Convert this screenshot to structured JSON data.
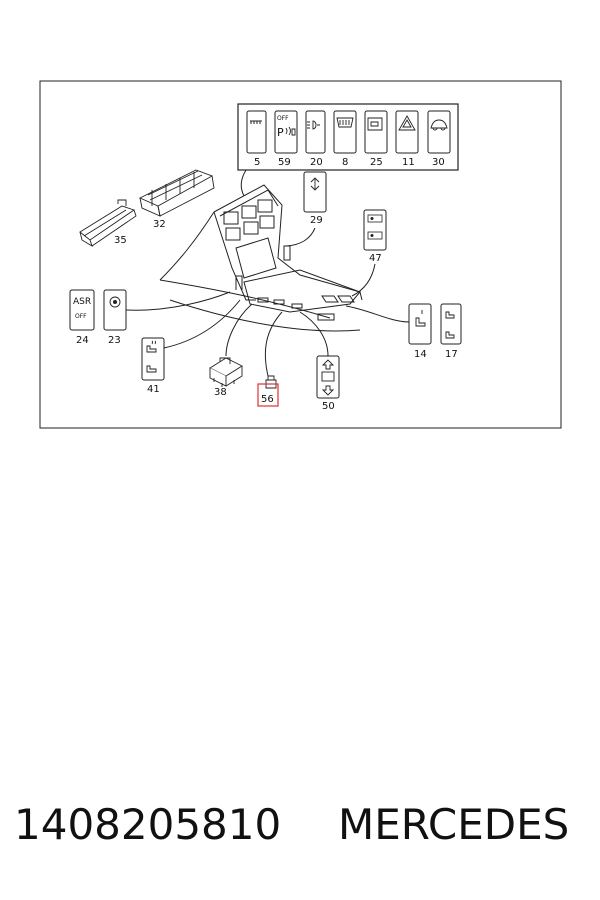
{
  "diagram": {
    "callouts": {
      "c5": "5",
      "c59": "59",
      "c20": "20",
      "c8": "8",
      "c25": "25",
      "c11": "11",
      "c30": "30",
      "c35": "35",
      "c32": "32",
      "c29": "29",
      "c47": "47",
      "c24": "24",
      "c23": "23",
      "c41": "41",
      "c38": "38",
      "c56": "56",
      "c50": "50",
      "c14": "14",
      "c17": "17"
    },
    "switch_text": {
      "off_small": "OFF",
      "p_symbol": "P",
      "asr": "ASR",
      "asr_off": "OFF"
    },
    "highlight_color": "#e03030"
  },
  "footer": {
    "part_number": "1408205810",
    "brand": "MERCEDES"
  }
}
